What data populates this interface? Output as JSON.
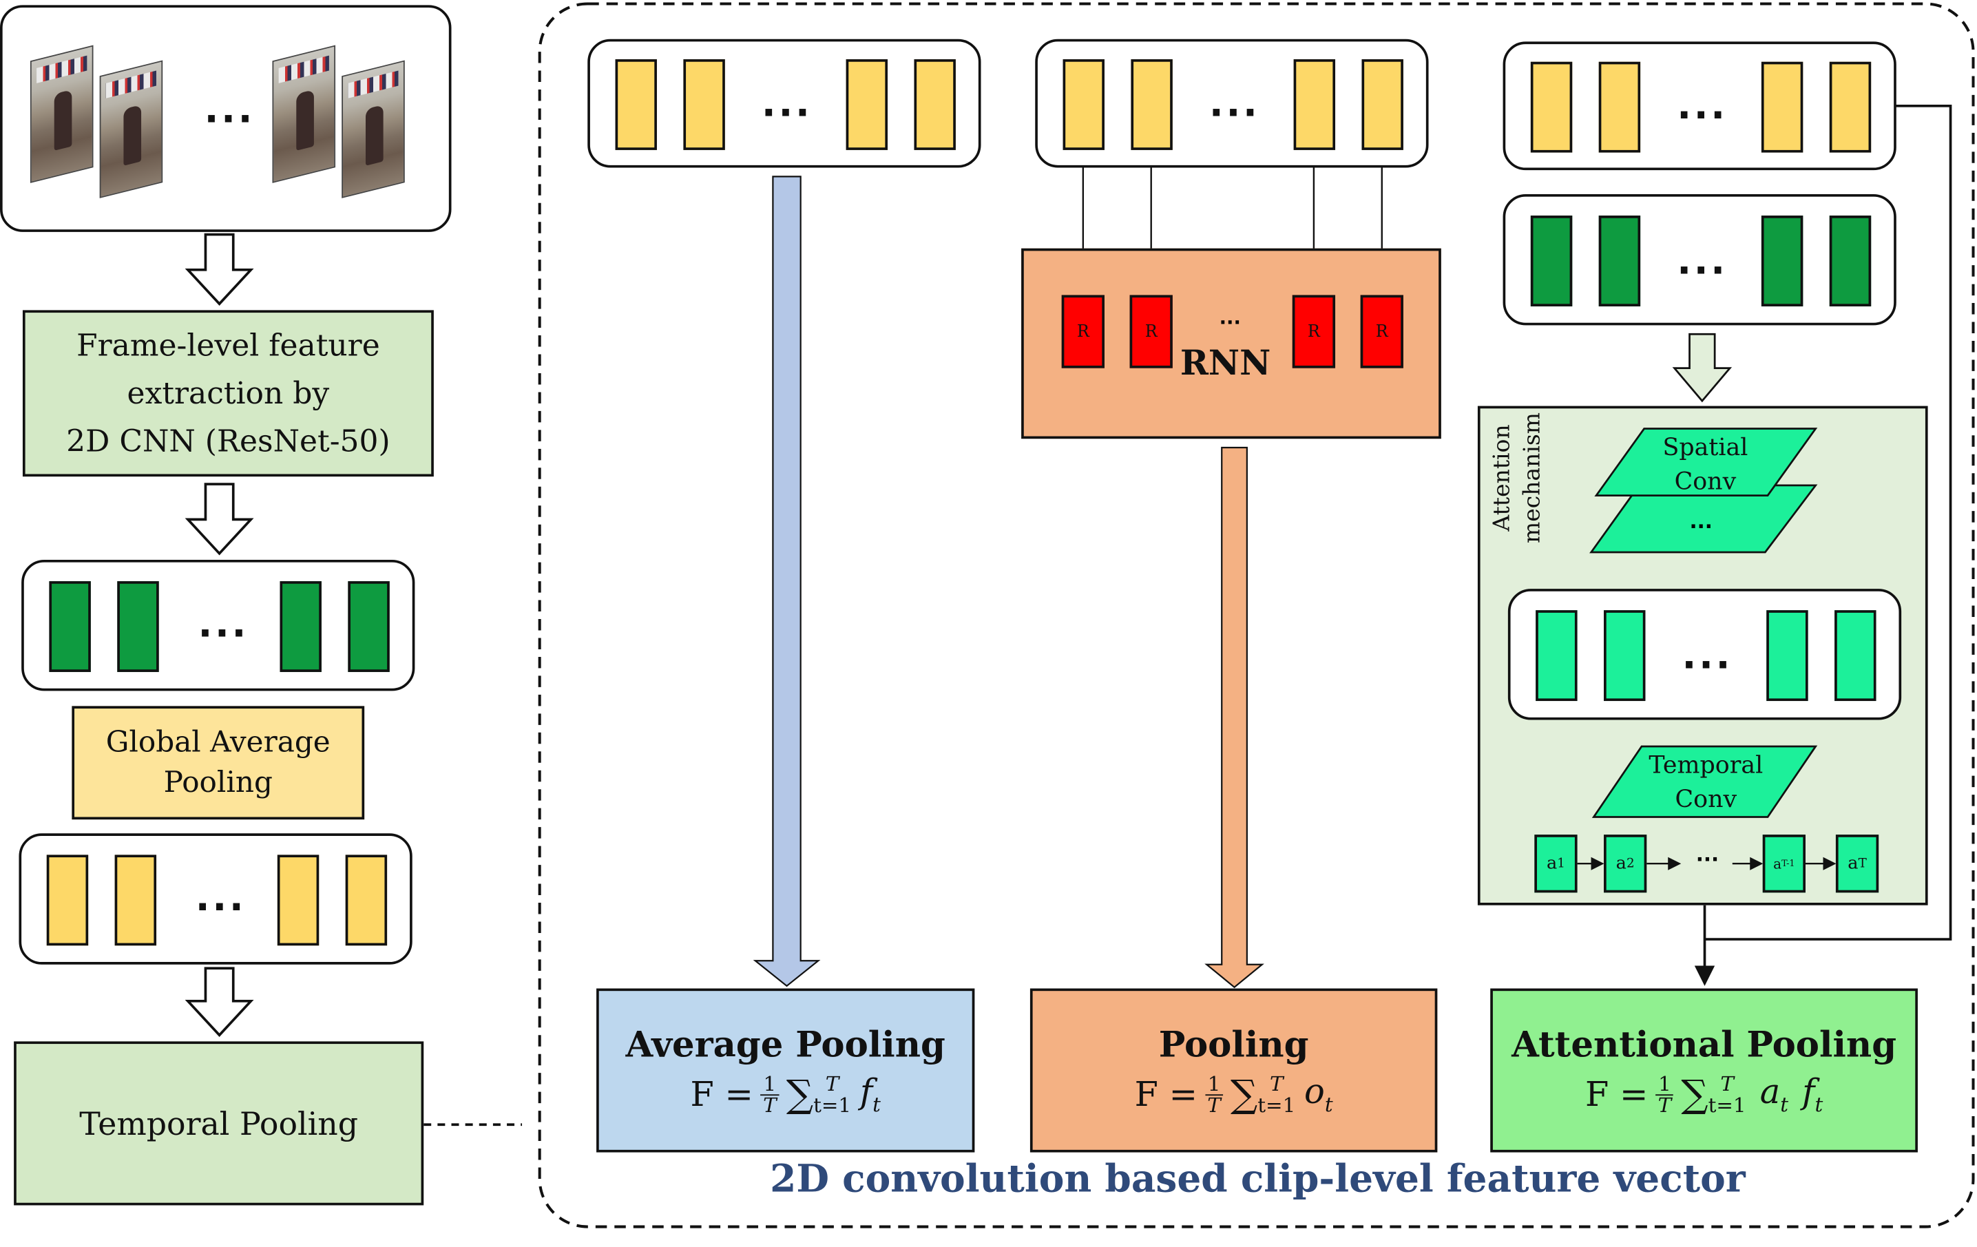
{
  "left_pipeline": {
    "frames_ellipsis": "...",
    "feature_extraction_label": "Frame-level feature extraction by 2D CNN (ResNet-50)",
    "feature_extraction_line1": "Frame-level feature",
    "feature_extraction_line2": "extraction by",
    "feature_extraction_line3": "2D CNN (ResNet-50)",
    "green_features_ellipsis": "...",
    "gap_line1": "Global Average",
    "gap_line2": "Pooling",
    "yellow_features_ellipsis": "...",
    "temporal_pooling_label": "Temporal Pooling"
  },
  "right_panel": {
    "caption": "2D convolution based clip-level feature vector",
    "caption_color": "#2f4a7a"
  },
  "avg_branch": {
    "ellipsis": "...",
    "title": "Average Pooling",
    "formula": {
      "lhs": "F =",
      "frac_num": "1",
      "frac_den": "T",
      "sum_sup": "T",
      "sum_sub": "t=1",
      "term": "f",
      "term_sub": "t"
    },
    "color": "#bdd7ee",
    "arrow_color": "#b4c7e7"
  },
  "rnn_branch": {
    "ellipsis": "...",
    "cell_label": "R",
    "cells_ellipsis": "...",
    "rnn_label": "RNN",
    "title": "Pooling",
    "formula": {
      "lhs": "F =",
      "frac_num": "1",
      "frac_den": "T",
      "sum_sup": "T",
      "sum_sub": "t=1",
      "term": "o",
      "term_sub": "t"
    },
    "color": "#f4b183",
    "cell_color": "#ff0000"
  },
  "attn_branch": {
    "yellow_ellipsis": "...",
    "green_ellipsis": "...",
    "attention_label_line1": "Attention",
    "attention_label_line2": "mechanism",
    "spatial_conv_line1": "Spatial",
    "spatial_conv_line2": "Conv",
    "spatial_ellipsis": "...",
    "teal_ellipsis": "...",
    "temporal_conv_line1": "Temporal",
    "temporal_conv_line2": "Conv",
    "a1": "a",
    "a1_sub": "1",
    "a2": "a",
    "a2_sub": "2",
    "a_ellipsis": "...",
    "aT1": "a",
    "aT1_sub": "T-1",
    "aT": "a",
    "aT_sub": "T",
    "title": "Attentional Pooling",
    "formula": {
      "lhs": "F =",
      "frac_num": "1",
      "frac_den": "T",
      "sum_sup": "T",
      "sum_sub": "t=1",
      "term1": "a",
      "term1_sub": "t",
      "term2": "f",
      "term2_sub": "t"
    },
    "color": "#90f090",
    "panel_color": "#e2efda",
    "teal_color": "#1cf09a"
  }
}
